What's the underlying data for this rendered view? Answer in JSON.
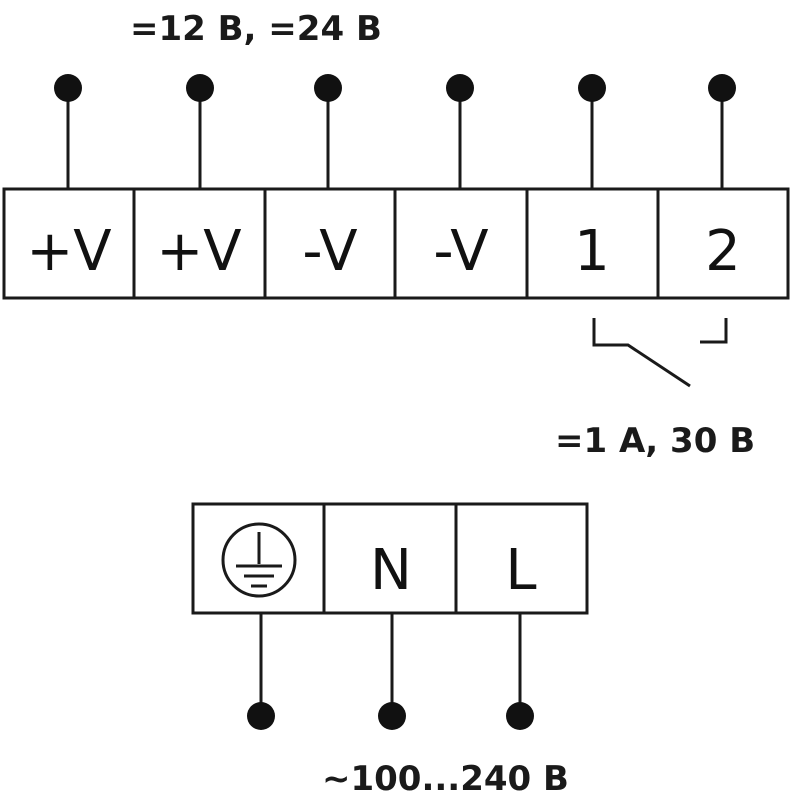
{
  "top_block": {
    "supply_label": "=12 В, =24 В",
    "terminals": [
      {
        "label": "+V"
      },
      {
        "label": "+V"
      },
      {
        "label": "-V"
      },
      {
        "label": "-V"
      },
      {
        "label": "1"
      },
      {
        "label": "2"
      }
    ],
    "relay_label": "=1 А, 30 В"
  },
  "bottom_block": {
    "terminals": [
      {
        "label": "",
        "icon": "protective-earth-icon"
      },
      {
        "label": "N"
      },
      {
        "label": "L"
      }
    ],
    "mains_label": "~100...240 В"
  },
  "colors": {
    "ink": "#1a1a1a",
    "background": "#ffffff"
  }
}
